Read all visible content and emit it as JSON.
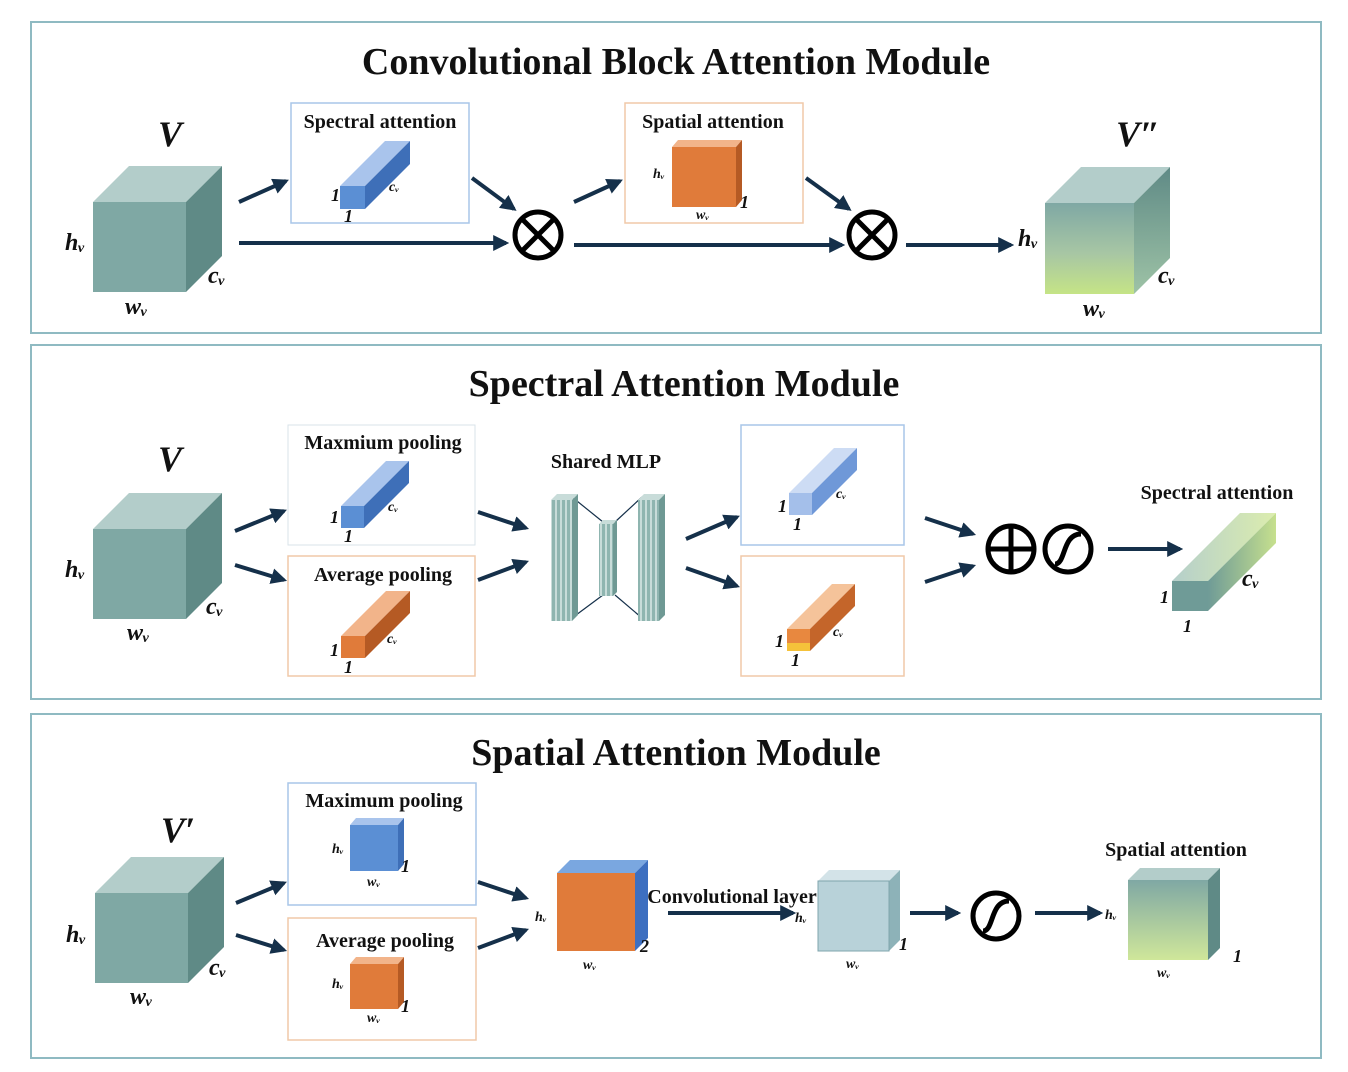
{
  "panels": [
    {
      "title": "Convolutional Block Attention Module",
      "input_label": "V",
      "output_label": "V″",
      "boxes": {
        "spectral": "Spectral attention",
        "spatial": "Spatial attention"
      }
    },
    {
      "title": "Spectral Attention Module",
      "input_label": "V",
      "boxes": {
        "max_pool": "Maxmium pooling",
        "avg_pool": "Average pooling",
        "mlp": "Shared MLP",
        "output": "Spectral attention"
      }
    },
    {
      "title": "Spatial Attention Module",
      "input_label": "V′",
      "boxes": {
        "max_pool": "Maximum pooling",
        "avg_pool": "Average pooling",
        "conv": "Convolutional layer",
        "output": "Spatial attention"
      }
    }
  ],
  "dims": {
    "h": "hᵥ",
    "w": "wᵥ",
    "c": "cᵥ",
    "one": "1",
    "two": "2"
  },
  "operators": {
    "multiply": "multiply-operator-icon",
    "add": "add-operator-icon",
    "sigmoid": "sigmoid-icon"
  },
  "colors": {
    "teal": "#7fa8a4",
    "blue": "#5b8fd4",
    "orange": "#e07b3a",
    "yellow_green": "#b8d980",
    "arrow": "#15304a",
    "panel_border": "#8fbac2"
  }
}
